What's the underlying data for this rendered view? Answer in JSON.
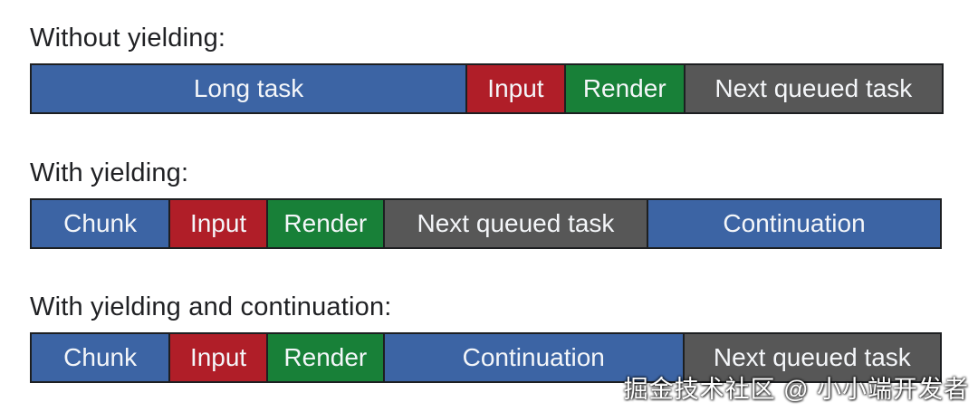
{
  "colors": {
    "blue": "#3c64a4",
    "red": "#b01e28",
    "green": "#188038",
    "gray": "#575757",
    "border": "#1d1f21",
    "bar_text": "#f4f6f9",
    "heading_text": "#202124",
    "background": "#ffffff"
  },
  "sections": [
    {
      "heading": "Without yielding:",
      "segments": [
        {
          "label": "Long task",
          "color": "blue",
          "width_pct": 47.6
        },
        {
          "label": "Input",
          "color": "red",
          "width_pct": 10.9
        },
        {
          "label": "Render",
          "color": "green",
          "width_pct": 13.2
        },
        {
          "label": "Next queued task",
          "color": "gray",
          "width_pct": 28.3
        }
      ]
    },
    {
      "heading": "With yielding:",
      "segments": [
        {
          "label": "Chunk",
          "color": "blue",
          "width_pct": 15.3
        },
        {
          "label": "Input",
          "color": "red",
          "width_pct": 10.8
        },
        {
          "label": "Render",
          "color": "green",
          "width_pct": 12.9
        },
        {
          "label": "Next queued task",
          "color": "gray",
          "width_pct": 28.9
        },
        {
          "label": "Continuation",
          "color": "blue",
          "width_pct": 32.1
        }
      ]
    },
    {
      "heading": "With yielding and continuation:",
      "segments": [
        {
          "label": "Chunk",
          "color": "blue",
          "width_pct": 15.3
        },
        {
          "label": "Input",
          "color": "red",
          "width_pct": 10.8
        },
        {
          "label": "Render",
          "color": "green",
          "width_pct": 12.9
        },
        {
          "label": "Continuation",
          "color": "blue",
          "width_pct": 32.8
        },
        {
          "label": "Next queued task",
          "color": "gray",
          "width_pct": 28.2
        }
      ]
    }
  ],
  "watermark": {
    "text": "掘金技术社区 @ 小小端开发者"
  }
}
